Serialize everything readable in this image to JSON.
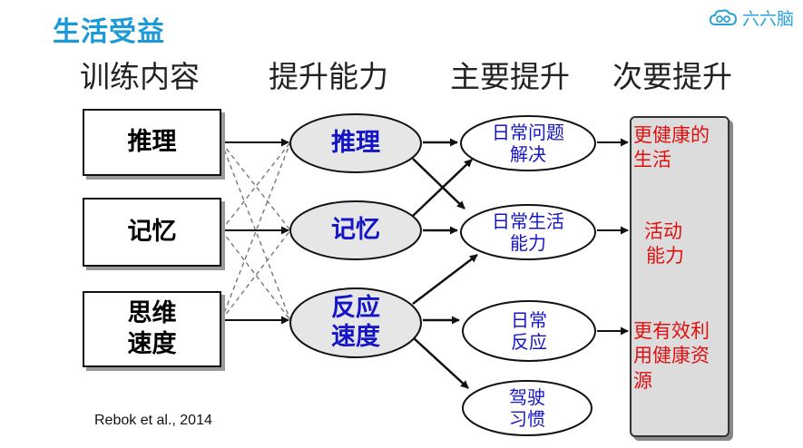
{
  "title": "生活受益",
  "logo": {
    "text": "六六脑",
    "icon": "brain-cloud-icon",
    "color": "#2aa3d8"
  },
  "column_headers": [
    "训练内容",
    "提升能力",
    "主要提升",
    "次要提升"
  ],
  "training": [
    {
      "lines": [
        "推理"
      ]
    },
    {
      "lines": [
        "记忆"
      ]
    },
    {
      "lines": [
        "思维",
        "速度"
      ]
    }
  ],
  "abilities": [
    {
      "lines": [
        "推理"
      ]
    },
    {
      "lines": [
        "记忆"
      ]
    },
    {
      "lines": [
        "反应",
        "速度"
      ]
    }
  ],
  "primary": [
    {
      "lines": [
        "日常问题",
        "解决"
      ]
    },
    {
      "lines": [
        "日常生活",
        "能力"
      ]
    },
    {
      "lines": [
        "日常",
        "反应"
      ]
    },
    {
      "lines": [
        "驾驶",
        "习惯"
      ]
    }
  ],
  "secondary": [
    {
      "lines": [
        "更健康的",
        "生活"
      ]
    },
    {
      "lines": [
        "活动",
        "能力"
      ]
    },
    {
      "lines": [
        "更有效利",
        "用健康资",
        "源"
      ]
    }
  ],
  "citation": "Rebok et al., 2014",
  "colors": {
    "title": "#1a9ad6",
    "ability_text": "#1515c8",
    "secondary_text": "#e01010",
    "ellipse_fill": "#e6e6e6",
    "secondary_box_fill": "#dcdcdc"
  }
}
